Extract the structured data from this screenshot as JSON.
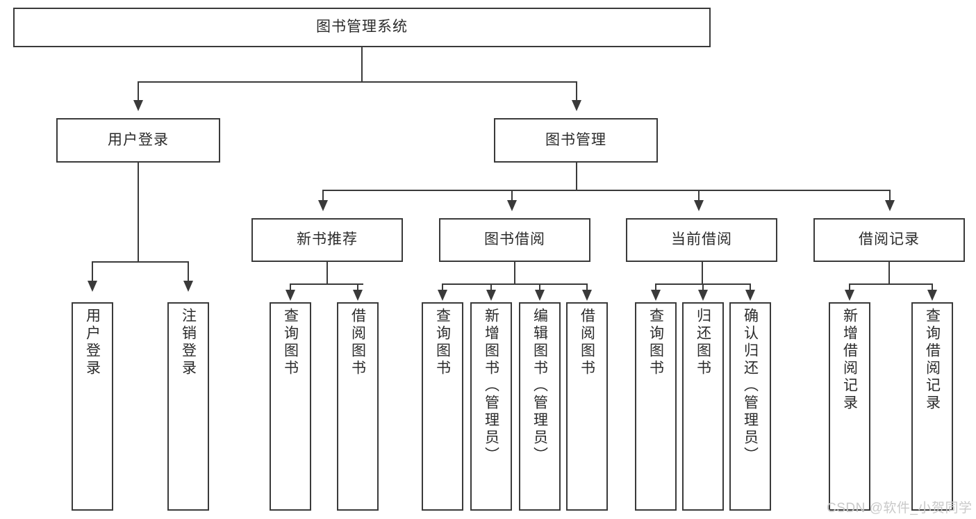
{
  "diagram": {
    "type": "tree-hierarchy-diagram",
    "title": "图书管理系统",
    "orientation": "top-down",
    "levels": 4,
    "stroke_color": "#3a3a3a",
    "fill_color": "#ffffff",
    "text_color": "#2b2b2b"
  },
  "nodes": {
    "root": {
      "label": "图书管理系统",
      "level": 0
    },
    "level1": [
      {
        "id": "user-login",
        "label": "用户登录"
      },
      {
        "id": "book-management",
        "label": "图书管理"
      }
    ],
    "level2": [
      {
        "id": "new-book-recommend",
        "label": "新书推荐",
        "parent": "book-management"
      },
      {
        "id": "book-borrow",
        "label": "图书借阅",
        "parent": "book-management"
      },
      {
        "id": "current-borrow",
        "label": "当前借阅",
        "parent": "book-management"
      },
      {
        "id": "borrow-record",
        "label": "借阅记录",
        "parent": "book-management"
      }
    ],
    "leaves": {
      "user-login": [
        {
          "id": "leaf-user-login",
          "label": "用户登录"
        },
        {
          "id": "leaf-user-logout",
          "label": "注销登录"
        }
      ],
      "new-book-recommend": [
        {
          "id": "leaf-query-book-1",
          "label": "查询图书"
        },
        {
          "id": "leaf-borrow-book-1",
          "label": "借阅图书"
        }
      ],
      "book-borrow": [
        {
          "id": "leaf-query-book-2",
          "label": "查询图书"
        },
        {
          "id": "leaf-add-book",
          "label": "新增图书（管理员）"
        },
        {
          "id": "leaf-edit-book",
          "label": "编辑图书（管理员）"
        },
        {
          "id": "leaf-borrow-book-2",
          "label": "借阅图书"
        }
      ],
      "current-borrow": [
        {
          "id": "leaf-query-book-3",
          "label": "查询图书"
        },
        {
          "id": "leaf-return-book",
          "label": "归还图书"
        },
        {
          "id": "leaf-confirm-return",
          "label": "确认归还（管理员）"
        }
      ],
      "borrow-record": [
        {
          "id": "leaf-add-record",
          "label": "新增借阅记录"
        },
        {
          "id": "leaf-query-record",
          "label": "查询借阅记录"
        }
      ]
    }
  },
  "watermark": {
    "text": "CSDN @软件_小贺同学"
  }
}
